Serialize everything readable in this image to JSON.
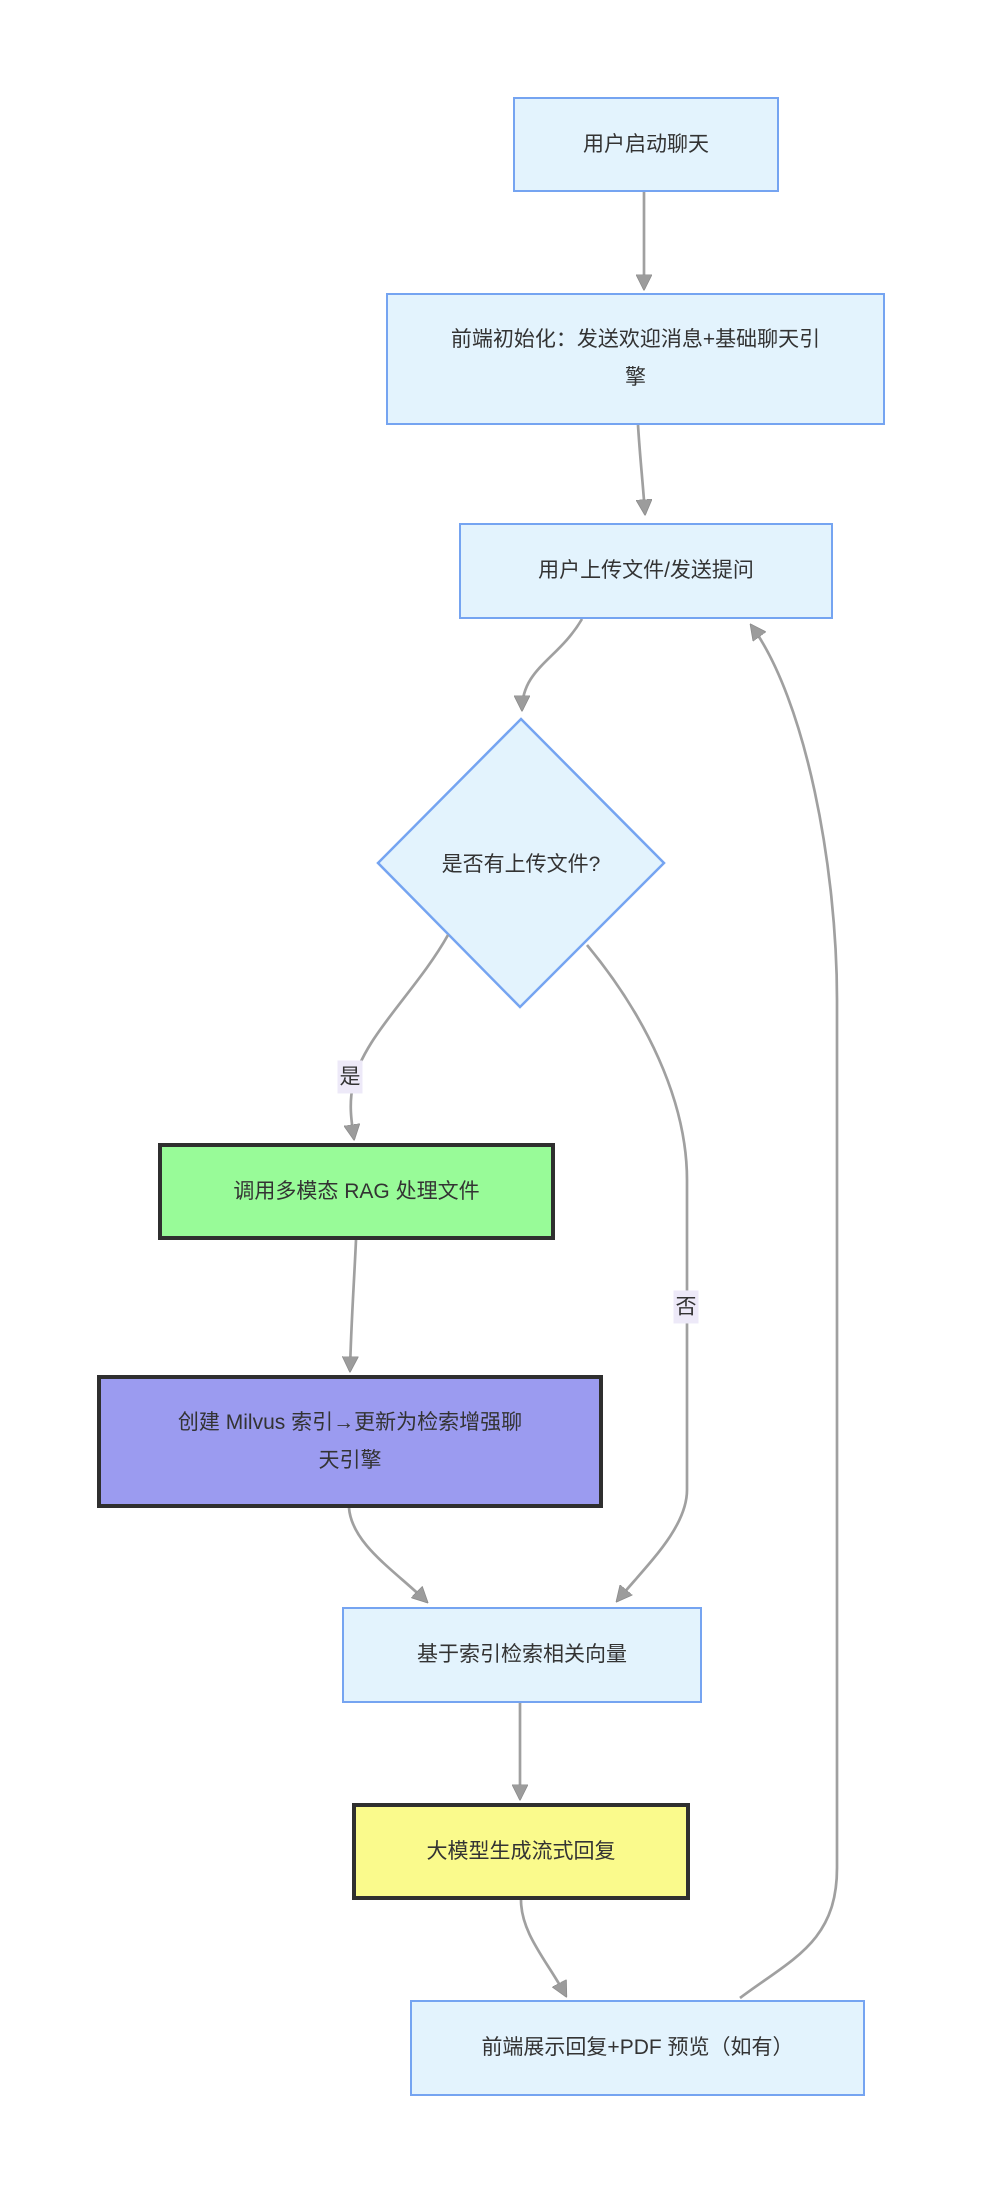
{
  "diagram": {
    "type": "flowchart",
    "direction": "top-down",
    "nodes": {
      "start": {
        "label": "用户启动聊天",
        "shape": "rect",
        "style": "blue"
      },
      "init": {
        "label": "前端初始化：发送欢迎消息+基础聊天引擎",
        "shape": "rect",
        "style": "blue"
      },
      "upload": {
        "label": "用户上传文件/发送提问",
        "shape": "rect",
        "style": "blue"
      },
      "decision": {
        "label": "是否有上传文件?",
        "shape": "diamond",
        "style": "blue"
      },
      "rag": {
        "label": "调用多模态 RAG 处理文件",
        "shape": "rect",
        "style": "green-bold"
      },
      "milvus": {
        "label": "创建 Milvus 索引→更新为检索增强聊天引擎",
        "shape": "rect",
        "style": "purple-bold"
      },
      "retrieve": {
        "label": "基于索引检索相关向量",
        "shape": "rect",
        "style": "blue"
      },
      "llm": {
        "label": "大模型生成流式回复",
        "shape": "rect",
        "style": "yellow-bold"
      },
      "display": {
        "label": "前端展示回复+PDF 预览（如有）",
        "shape": "rect",
        "style": "blue"
      }
    },
    "edge_labels": {
      "yes": "是",
      "no": "否"
    },
    "edges": [
      {
        "from": "start",
        "to": "init",
        "label": ""
      },
      {
        "from": "init",
        "to": "upload",
        "label": ""
      },
      {
        "from": "upload",
        "to": "decision",
        "label": ""
      },
      {
        "from": "decision",
        "to": "rag",
        "label": "是"
      },
      {
        "from": "decision",
        "to": "retrieve",
        "label": "否"
      },
      {
        "from": "rag",
        "to": "milvus",
        "label": ""
      },
      {
        "from": "milvus",
        "to": "retrieve",
        "label": ""
      },
      {
        "from": "retrieve",
        "to": "llm",
        "label": ""
      },
      {
        "from": "llm",
        "to": "display",
        "label": ""
      },
      {
        "from": "display",
        "to": "upload",
        "label": ""
      }
    ],
    "colors": {
      "node_fill": "#E3F3FD",
      "node_border": "#75A4F1",
      "green_fill": "#98FB98",
      "purple_fill": "#9B9BF0",
      "yellow_fill": "#FAFA8C",
      "dark_border": "#2F2F2F",
      "edge": "#A0A0A0",
      "arrow_fill": "#9C9C9C",
      "label_bg": "#EDE9F8",
      "text": "#333333",
      "page_bg": "#FFFFFF"
    }
  }
}
